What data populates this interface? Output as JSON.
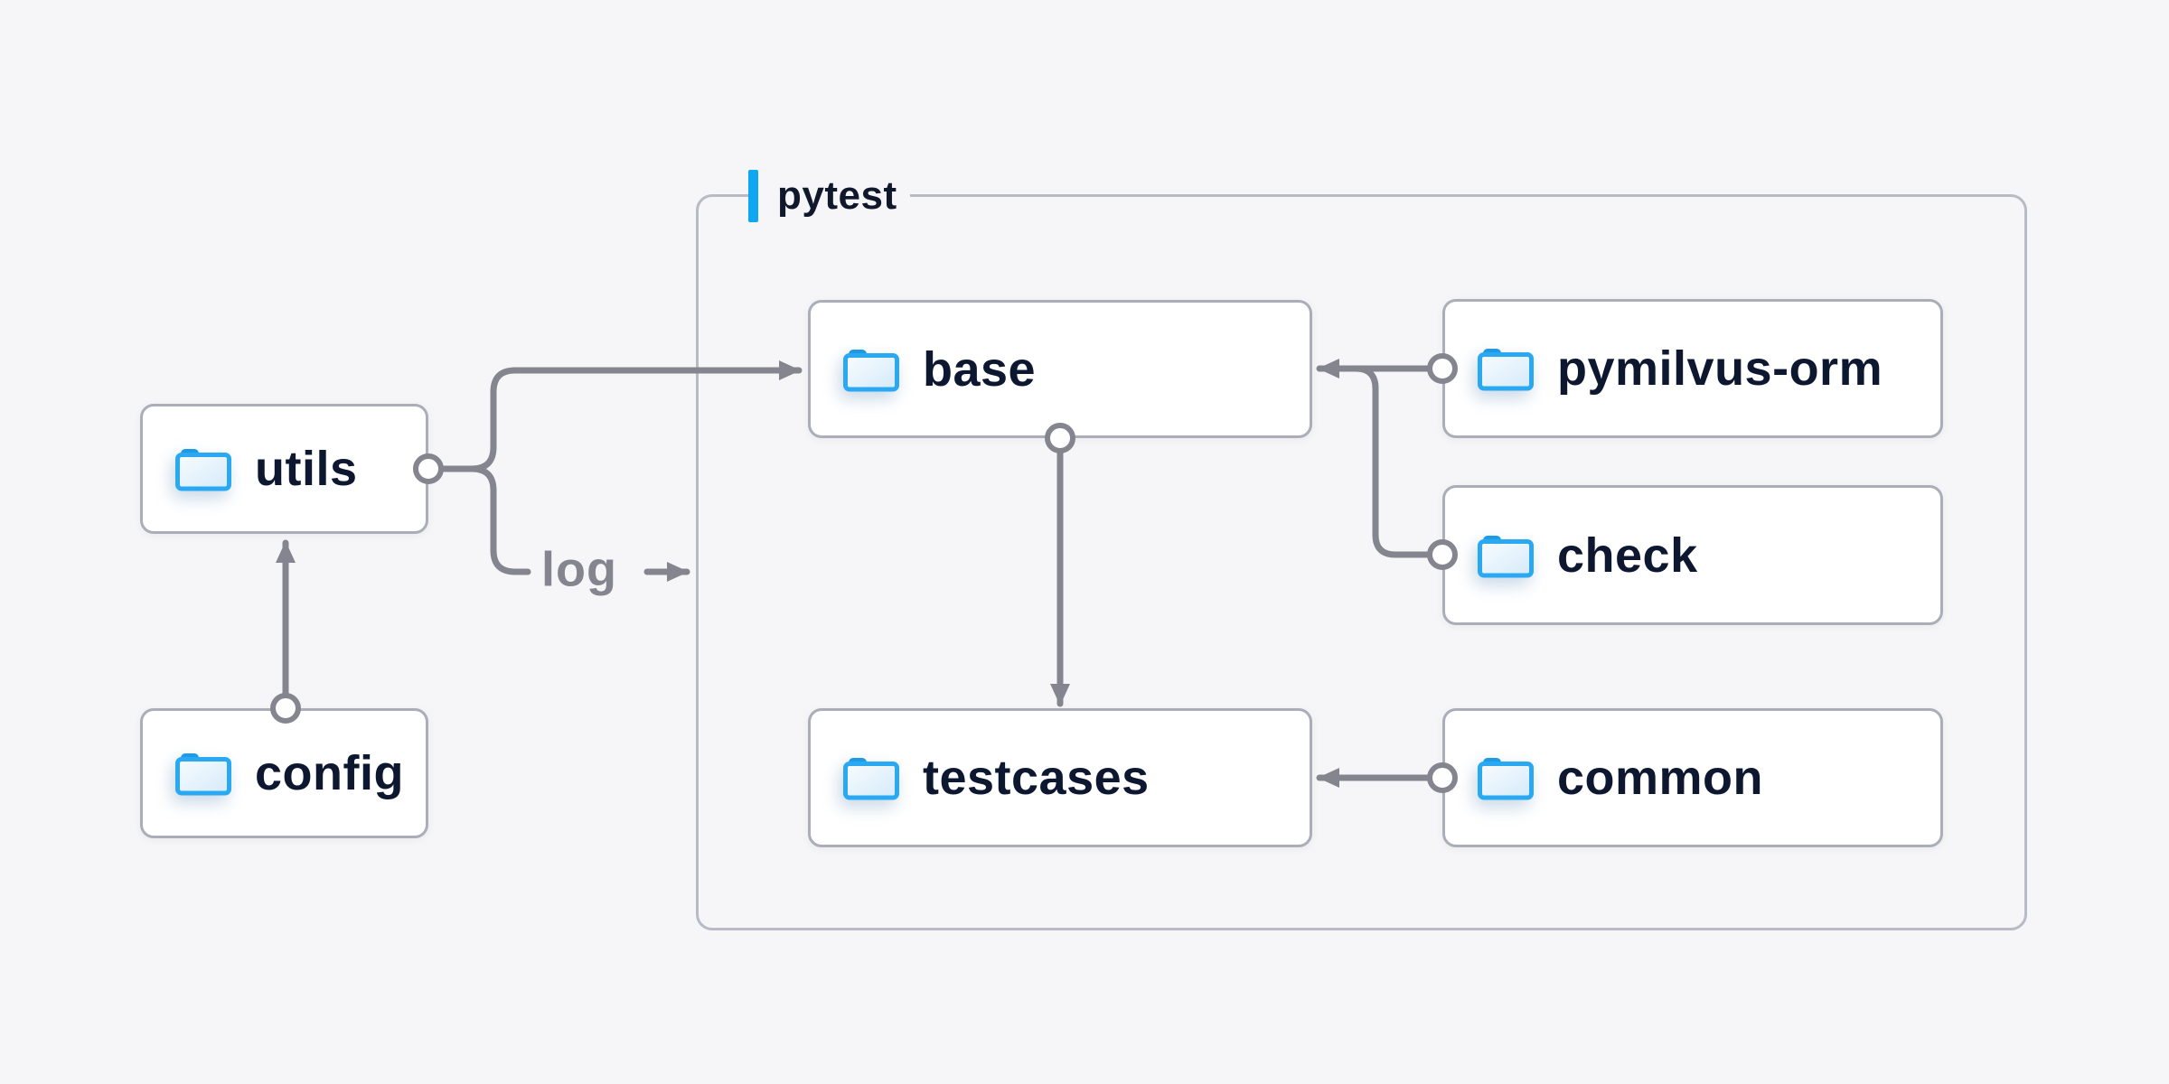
{
  "background": "#F6F6F8",
  "colors": {
    "accent_blue": "#10A7F2",
    "folder_blue": "#2AA9F2",
    "folder_tab_blue": "#1D9AE3",
    "node_text": "#0D1830",
    "connector_gray": "#85858F",
    "node_border": "#ABADB8",
    "container_border": "#B8BAC5"
  },
  "container": {
    "label": "pytest"
  },
  "nodes": {
    "utils": {
      "label": "utils",
      "icon": "folder-icon"
    },
    "config": {
      "label": "config",
      "icon": "folder-icon"
    },
    "base": {
      "label": "base",
      "icon": "folder-icon"
    },
    "pymilvus-orm": {
      "label": "pymilvus-orm",
      "icon": "folder-icon"
    },
    "check": {
      "label": "check",
      "icon": "folder-icon"
    },
    "testcases": {
      "label": "testcases",
      "icon": "folder-icon"
    },
    "common": {
      "label": "common",
      "icon": "folder-icon"
    }
  },
  "edges": [
    {
      "from": "config",
      "to": "utils",
      "style": "arrow"
    },
    {
      "from": "utils",
      "to": "base",
      "style": "arrow"
    },
    {
      "from": "utils",
      "to": "pytest",
      "style": "arrow",
      "label": "log"
    },
    {
      "from": "pymilvus-orm",
      "to": "base",
      "style": "arrow"
    },
    {
      "from": "check",
      "to": "base",
      "style": "arrow"
    },
    {
      "from": "base",
      "to": "testcases",
      "style": "arrow"
    },
    {
      "from": "common",
      "to": "testcases",
      "style": "arrow"
    }
  ]
}
